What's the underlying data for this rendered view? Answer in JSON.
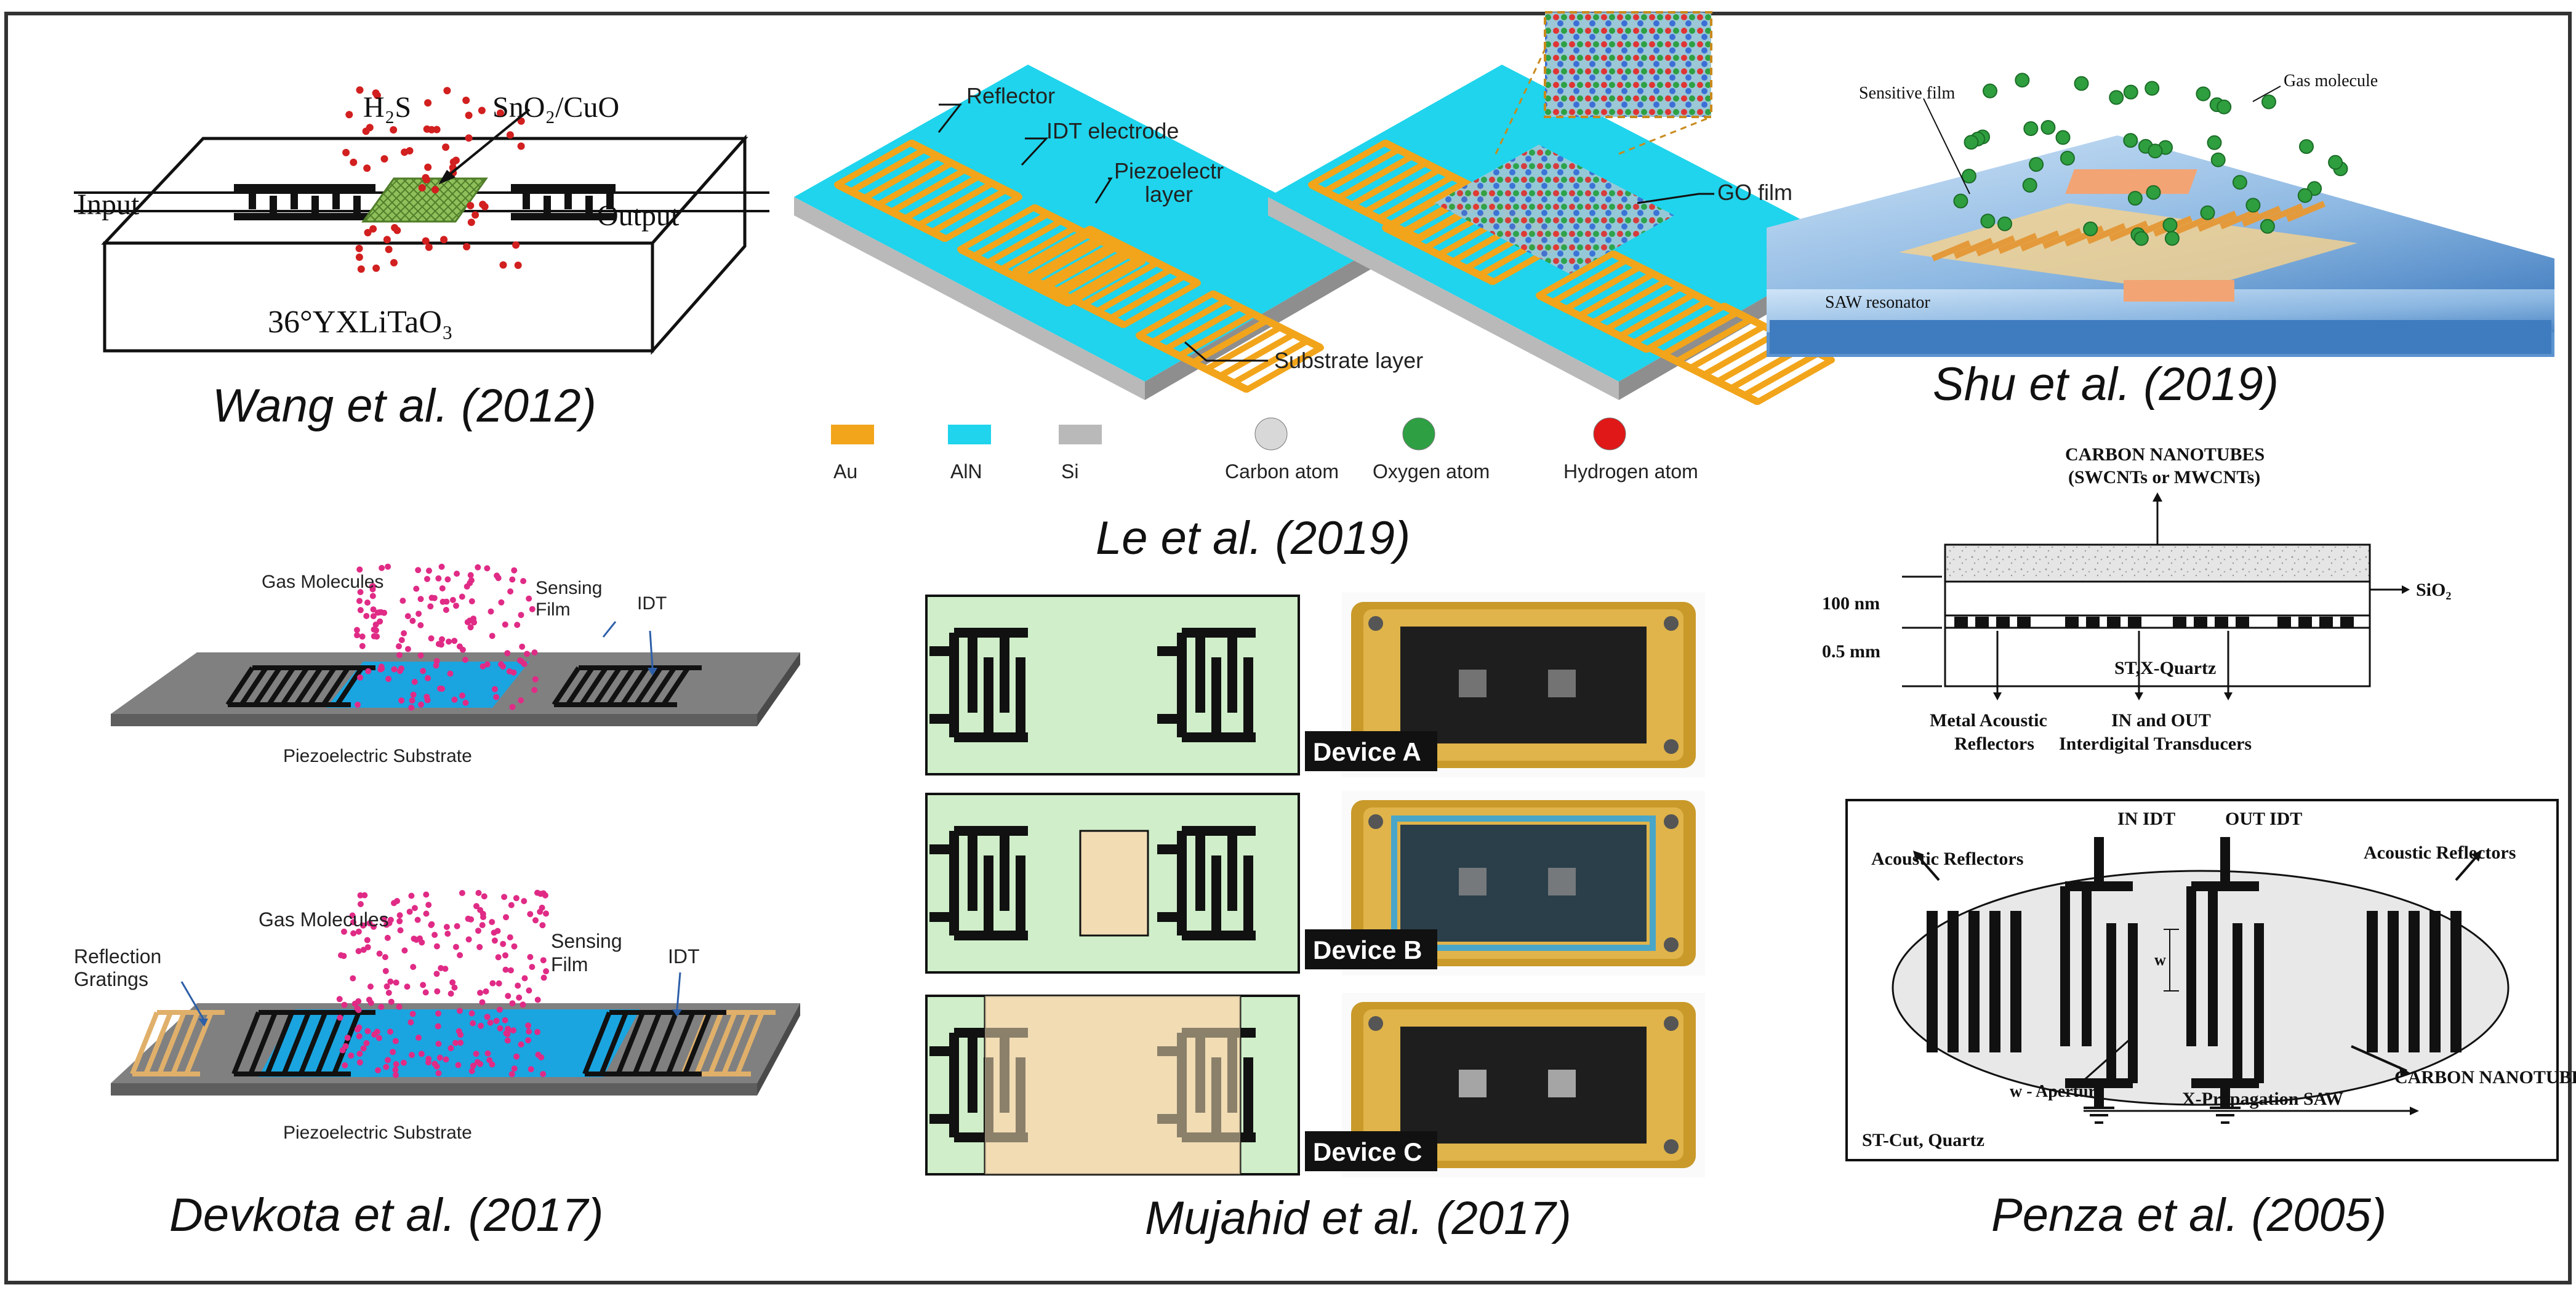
{
  "captions": {
    "wang": "Wang et al. (2012)",
    "le": "Le et al. (2019)",
    "shu": "Shu et al. (2019)",
    "devkota": "Devkota et al. (2017)",
    "mujahid": "Mujahid et al. (2017)",
    "penza": "Penza et al. (2005)"
  },
  "wang": {
    "gas": "H₂S",
    "film": "SnO₂/CuO",
    "input": "Input",
    "output": "Output",
    "substrate": "36°YXLiTaO₃"
  },
  "le": {
    "reflector": "Reflector",
    "idt": "IDT electrode",
    "piezo_1": "Piezoelectr",
    "piezo_2": "layer",
    "substrate": "Substrate layer",
    "go_film": "GO film",
    "legend": [
      {
        "label": "Au",
        "color": "#f2a51a"
      },
      {
        "label": "AlN",
        "color": "#1fd4ec"
      },
      {
        "label": "Si",
        "color": "#b9b9b9"
      },
      {
        "label": "Carbon atom",
        "color": "#d8d8d8"
      },
      {
        "label": "Oxygen atom",
        "color": "#2ea043"
      },
      {
        "label": "Hydrogen atom",
        "color": "#e01818"
      }
    ]
  },
  "shu": {
    "film": "Sensitive film",
    "gas": "Gas molecule",
    "resonator": "SAW resonator"
  },
  "devkota_top": {
    "gas": "Gas Molecules",
    "sensing_1": "Sensing",
    "sensing_2": "Film",
    "idt": "IDT",
    "substrate": "Piezoelectric Substrate"
  },
  "devkota_bottom": {
    "gas": "Gas Molecules",
    "sensing_1": "Sensing",
    "sensing_2": "Film",
    "idt": "IDT",
    "reflection_1": "Reflection",
    "reflection_2": "Gratings",
    "substrate": "Piezoelectric Substrate"
  },
  "mujahid": {
    "devices": [
      "Device A",
      "Device B",
      "Device C"
    ]
  },
  "penza_top": {
    "cnt_1": "CARBON NANOTUBES",
    "cnt_2": "(SWCNTs or MWCNTs)",
    "sio2": "SiO₂",
    "thick1": "100 nm",
    "thick2": "0.5 mm",
    "quartz": "ST,X-Quartz",
    "reflectors_1": "Metal Acoustic",
    "reflectors_2": "Reflectors",
    "idt_1": "IN and OUT",
    "idt_2": "Interdigital Transducers"
  },
  "penza_bottom": {
    "in_idt": "IN IDT",
    "out_idt": "OUT IDT",
    "refl_left": "Acoustic Reflectors",
    "refl_right": "Acoustic Reflectors",
    "w": "w",
    "aperture": "w - Aperture",
    "cnt": "CARBON NANOTUBES",
    "cut": "ST-Cut, Quartz",
    "propagation": "X-Propagation SAW"
  }
}
